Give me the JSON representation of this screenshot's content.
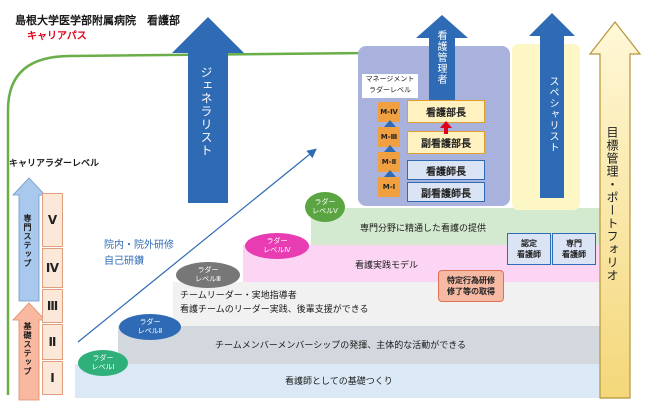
{
  "header": {
    "title": "島根大学医学部附属病院　看護部",
    "subtitle": "キャリアパス"
  },
  "left": {
    "ladder_label": "キャリアラダーレベル",
    "specialty_step": "専門ステップ",
    "basic_step": "基礎ステップ",
    "levels": [
      "Ⅴ",
      "Ⅳ",
      "Ⅲ",
      "Ⅱ",
      "Ⅰ"
    ]
  },
  "arrows": {
    "generalist": "ジェネラリスト",
    "nurse_manager": "看護管理者",
    "specialist": "スペシャリスト",
    "goal_management": "目標管理・ポートフォリオ",
    "training": "院内・院外研修\n自己研鑽"
  },
  "management": {
    "label": "マネージメント\nラダーレベル",
    "levels": [
      {
        "code": "M-Ⅳ",
        "title": "看護部長"
      },
      {
        "code": "M-Ⅲ",
        "title": "副看護部長"
      },
      {
        "code": "M-Ⅱ",
        "title": "看護師長"
      },
      {
        "code": "M-Ⅰ",
        "title": "副看護師長"
      }
    ]
  },
  "stairs": [
    {
      "ladder": "ラダー\nレベルⅠ",
      "text": "看護師としての基礎つくり",
      "color": "#dbe9f7"
    },
    {
      "ladder": "ラダー\nレベルⅡ",
      "text": "チームメンバーメンバーシップの発揮、主体的な活動ができる",
      "color": "#d3d8de"
    },
    {
      "ladder": "ラダー\nレベルⅢ",
      "text": "チームリーダー・実地指導者\n看護チームのリーダー実践、後輩支援ができる",
      "color": "#f1f1f1"
    },
    {
      "ladder": "ラダー\nレベルⅣ",
      "text": "看護実践モデル",
      "color": "#fbd5f3"
    },
    {
      "ladder": "ラダー\nレベルⅤ",
      "text": "専門分野に精通した看護の提供",
      "color": "#d4ead0"
    }
  ],
  "specialist_boxes": {
    "certified": "認定\n看護師",
    "specialist": "専門\n看護師",
    "specified_act": "特定行為研修\n修了等の取得"
  },
  "colors": {
    "blue_arrow": "#2f6bb4",
    "outline_green": "#6aae48",
    "mgmt_purple": "#a9b2dd",
    "mgmt_orange": "#f0a040",
    "red": "#e0001a"
  }
}
